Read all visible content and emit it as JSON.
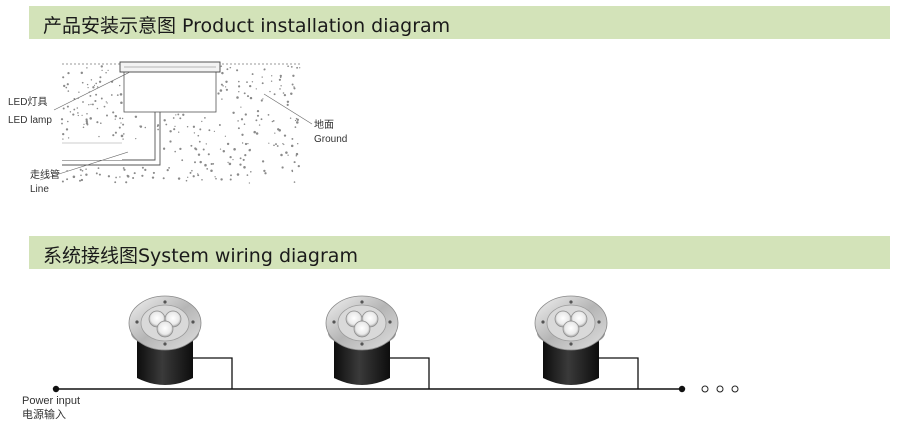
{
  "sections": {
    "installation_title": "产品安装示意图 Product installation diagram",
    "wiring_title": "系统接线图System wiring diagram"
  },
  "installation": {
    "lamp_cn": "LED灯具",
    "lamp_en": "LED lamp",
    "line_cn": "走线管",
    "line_en": "Line",
    "ground_cn": "地面",
    "ground_en": "Ground"
  },
  "wiring": {
    "power_en": "Power input",
    "power_cn": "电源输入",
    "lamp_count": 3,
    "continuation": "o o o"
  },
  "colors": {
    "band": "#d3e3b9",
    "speckle": "#8a8a8a",
    "lamp_body": "#1c1c1c",
    "lamp_ring": "#c8c8c8"
  }
}
